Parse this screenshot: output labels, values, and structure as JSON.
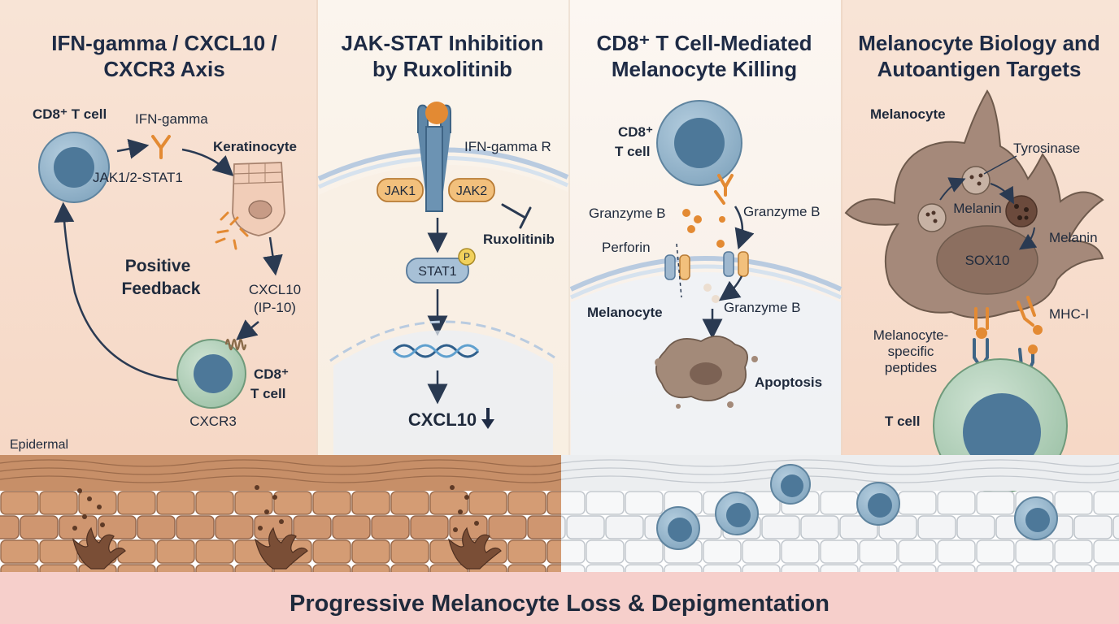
{
  "panels": [
    {
      "title_lines": [
        "IFN-gamma / CXCL10 /",
        "CXCR3 Axis"
      ],
      "labels": {
        "cd8_top": "CD8⁺ T cell",
        "ifn": "IFN-gamma",
        "keratinocyte": "Keratinocyte",
        "jak_stat": "JAK1/2-STAT1",
        "feedback1": "Positive",
        "feedback2": "Feedback",
        "cxcl10_a": "CXCL10",
        "cxcl10_b": "(IP-10)",
        "cd8_bottom_a": "CD8⁺",
        "cd8_bottom_b": "T cell",
        "cxcr3": "CXCR3"
      }
    },
    {
      "title_lines": [
        "JAK-STAT Inhibition",
        "by Ruxolitinib"
      ],
      "labels": {
        "receptor": "IFN-gamma R",
        "jak1": "JAK1",
        "jak2": "JAK2",
        "drug": "Ruxolitinib",
        "stat1": "STAT1",
        "phospho": "P",
        "output": "CXCL10"
      }
    },
    {
      "title_lines": [
        "CD8⁺ T Cell-Mediated",
        "Melanocyte Killing"
      ],
      "labels": {
        "cd8_a": "CD8⁺",
        "cd8_b": "T cell",
        "granzyme_left": "Granzyme B",
        "granzyme_right": "Granzyme B",
        "perforin": "Perforin",
        "melanocyte": "Melanocyte",
        "granzyme_bottom": "Granzyme B",
        "apoptosis": "Apoptosis"
      }
    },
    {
      "title_lines": [
        "Melanocyte Biology and",
        "Autoantigen Targets"
      ],
      "labels": {
        "melanocyte": "Melanocyte",
        "tyrosinase": "Tyrosinase",
        "melanin_center": "Melanin",
        "melanin_right": "Melanin",
        "sox10": "SOX10",
        "mhc": "MHC-I",
        "peptides_1": "Melanocyte-",
        "peptides_2": "specific",
        "peptides_3": "peptides",
        "tcell": "T cell"
      }
    }
  ],
  "skin": {
    "epidermal_label": "Epidermal",
    "banner": "Progressive Melanocyte Loss & Depigmentation"
  },
  "colors": {
    "tcell_blue": "#8fb1c8",
    "tcell_nucleus": "#4d7899",
    "orange": "#e38a33",
    "pigmented_skin": "#c9906a",
    "depigmented_skin": "#f2f3f4",
    "banner_pink": "#f6cfcb"
  }
}
